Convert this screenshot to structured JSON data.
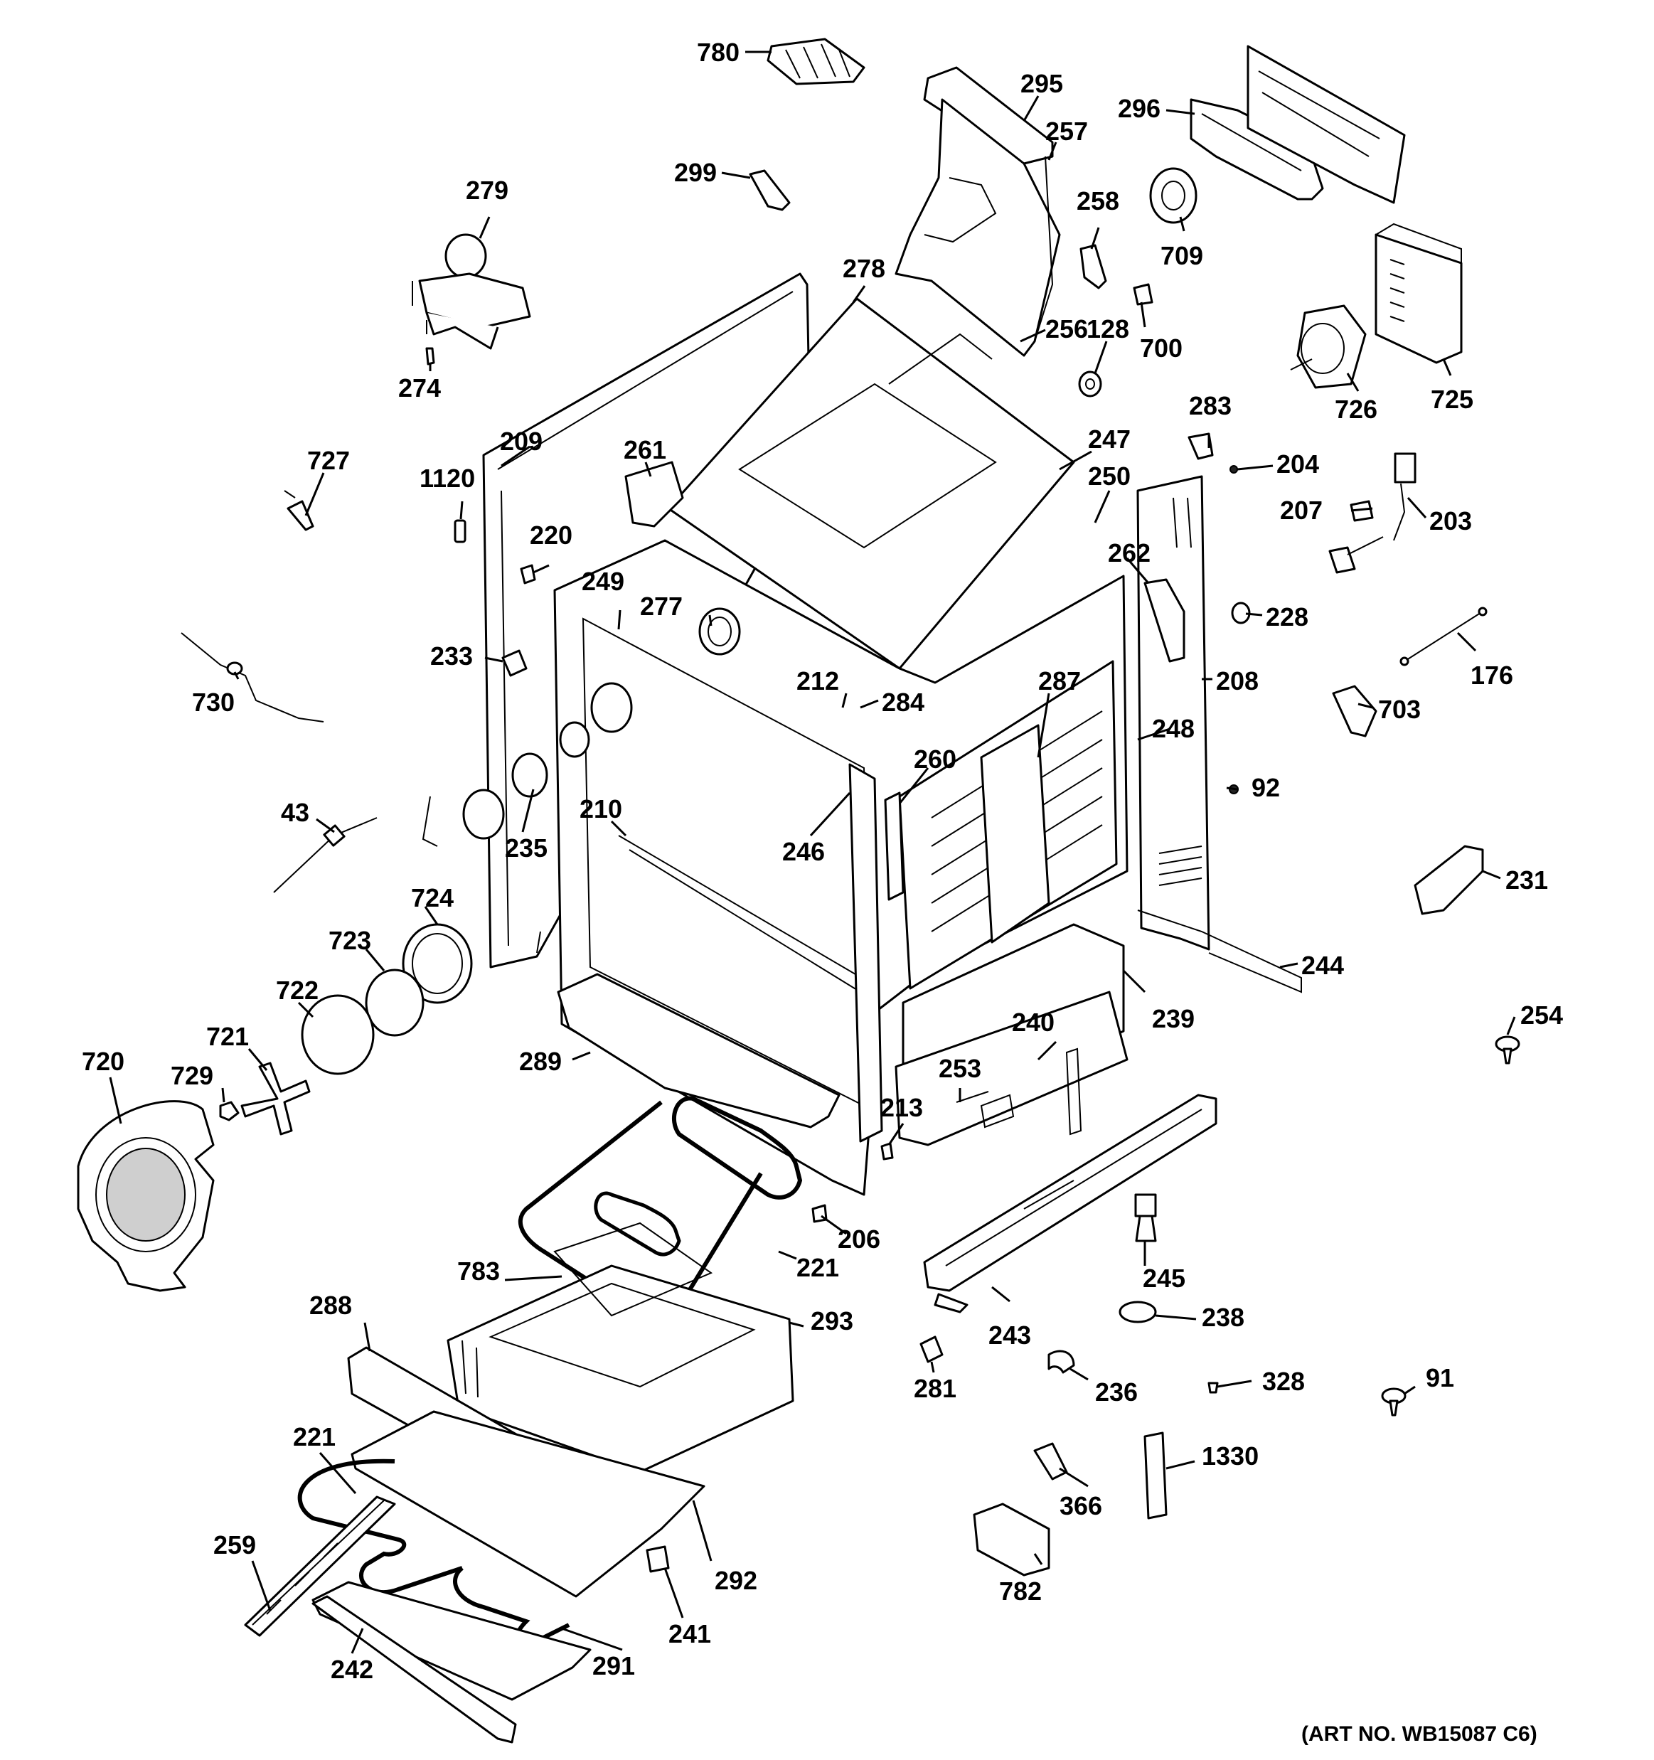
{
  "art_number": "(ART NO. WB15087 C6)",
  "labels": {
    "l780": "780",
    "l295": "295",
    "l296": "296",
    "l299": "299",
    "l257": "257",
    "l279": "279",
    "l258": "258",
    "l709": "709",
    "l278": "278",
    "l256": "256",
    "l128": "128",
    "l700": "700",
    "l274": "274",
    "l726": "726",
    "l725": "725",
    "l727": "727",
    "l209": "209",
    "l261": "261",
    "l283": "283",
    "l247": "247",
    "l204": "204",
    "l1120": "1120",
    "l250": "250",
    "l220": "220",
    "l207": "207",
    "l203": "203",
    "l262": "262",
    "l249": "249",
    "l277": "277",
    "l228": "228",
    "l233": "233",
    "l176": "176",
    "l208": "208",
    "l730": "730",
    "l212": "212",
    "l284": "284",
    "l287": "287",
    "l703": "703",
    "l248": "248",
    "l260": "260",
    "l43": "43",
    "l92": "92",
    "l210": "210",
    "l235": "235",
    "l246": "246",
    "l231": "231",
    "l724": "724",
    "l723": "723",
    "l722": "722",
    "l244": "244",
    "l721": "721",
    "l240": "240",
    "l239": "239",
    "l254": "254",
    "l720": "720",
    "l289": "289",
    "l729": "729",
    "l253": "253",
    "l213": "213",
    "l206": "206",
    "l245": "245",
    "l783": "783",
    "l221a": "221",
    "l288": "288",
    "l293": "293",
    "l243": "243",
    "l238": "238",
    "l281": "281",
    "l236": "236",
    "l328": "328",
    "l91": "91",
    "l221b": "221",
    "l1330": "1330",
    "l366": "366",
    "l259": "259",
    "l292": "292",
    "l782": "782",
    "l241": "241",
    "l242": "242",
    "l291": "291"
  }
}
